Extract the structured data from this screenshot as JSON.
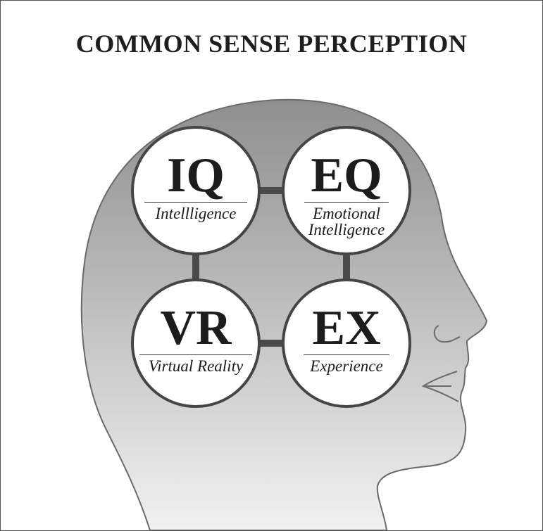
{
  "title": "COMMON SENSE PERCEPTION",
  "colors": {
    "head_top": "#8e8e8e",
    "head_bottom": "#f2f2f2",
    "outline": "#6a6a6a",
    "ring": "#454545",
    "connector": "#4a4a4a",
    "circle_fill": "#ffffff",
    "text": "#1c1c1c"
  },
  "nodes": [
    {
      "abbr": "IQ",
      "label": "Intellligence"
    },
    {
      "abbr": "EQ",
      "label": "Emotional Intelligence"
    },
    {
      "abbr": "VR",
      "label": "Virtual Reality"
    },
    {
      "abbr": "EX",
      "label": "Experience"
    }
  ],
  "connections": [
    [
      "IQ",
      "EQ"
    ],
    [
      "IQ",
      "VR"
    ],
    [
      "EQ",
      "EX"
    ],
    [
      "VR",
      "EX"
    ]
  ]
}
